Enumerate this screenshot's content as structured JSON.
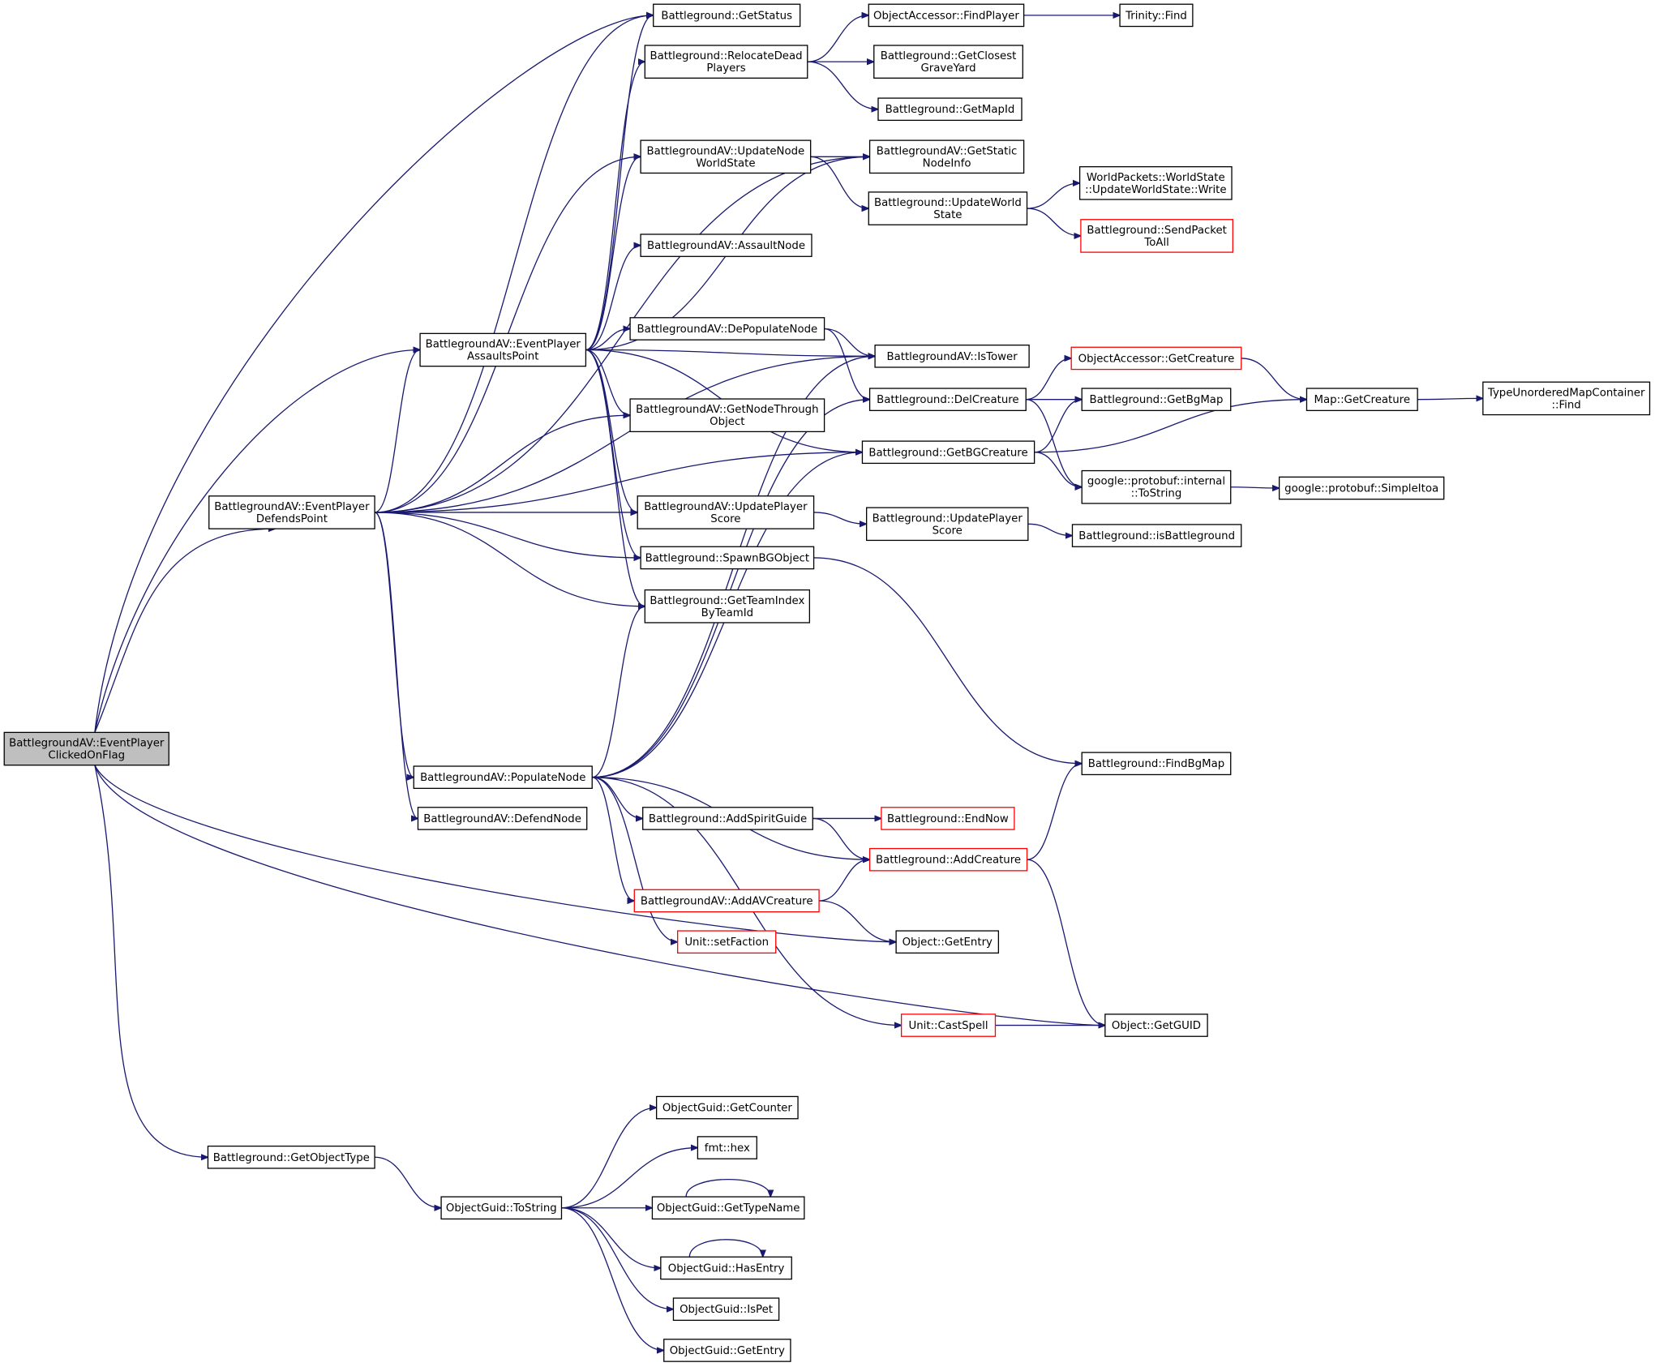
{
  "diagram": {
    "type": "call-graph",
    "colors": {
      "edge": "#191970",
      "normal_border": "#000000",
      "incomplete_border": "#ff0000",
      "root_fill": "#bfbfbf"
    },
    "nodes": [
      {
        "id": "evflag",
        "lines": [
          "BattlegroundAV::EventPlayer",
          "ClickedOnFlag"
        ],
        "style": "root"
      },
      {
        "id": "getstatus",
        "lines": [
          "Battleground::GetStatus"
        ],
        "style": "normal"
      },
      {
        "id": "findplayer",
        "lines": [
          "ObjectAccessor::FindPlayer"
        ],
        "style": "normal"
      },
      {
        "id": "trinityfind",
        "lines": [
          "Trinity::Find"
        ],
        "style": "normal"
      },
      {
        "id": "relocate",
        "lines": [
          "Battleground::RelocateDead",
          "Players"
        ],
        "style": "normal"
      },
      {
        "id": "closestgy",
        "lines": [
          "Battleground::GetClosest",
          "GraveYard"
        ],
        "style": "normal"
      },
      {
        "id": "getmapid",
        "lines": [
          "Battleground::GetMapId"
        ],
        "style": "normal"
      },
      {
        "id": "updnodews",
        "lines": [
          "BattlegroundAV::UpdateNode",
          "WorldState"
        ],
        "style": "normal"
      },
      {
        "id": "staticinfo",
        "lines": [
          "BattlegroundAV::GetStatic",
          "NodeInfo"
        ],
        "style": "normal"
      },
      {
        "id": "updworld",
        "lines": [
          "Battleground::UpdateWorld",
          "State"
        ],
        "style": "normal"
      },
      {
        "id": "wswrite",
        "lines": [
          "WorldPackets::WorldState",
          "::UpdateWorldState::Write"
        ],
        "style": "normal"
      },
      {
        "id": "sendpacket",
        "lines": [
          "Battleground::SendPacket",
          "ToAll"
        ],
        "style": "red"
      },
      {
        "id": "assaultnode",
        "lines": [
          "BattlegroundAV::AssaultNode"
        ],
        "style": "normal"
      },
      {
        "id": "evassault",
        "lines": [
          "BattlegroundAV::EventPlayer",
          "AssaultsPoint"
        ],
        "style": "normal"
      },
      {
        "id": "depop",
        "lines": [
          "BattlegroundAV::DePopulateNode"
        ],
        "style": "normal"
      },
      {
        "id": "istower",
        "lines": [
          "BattlegroundAV::IsTower"
        ],
        "style": "normal"
      },
      {
        "id": "oagetcreature",
        "lines": [
          "ObjectAccessor::GetCreature"
        ],
        "style": "red"
      },
      {
        "id": "delcreature",
        "lines": [
          "Battleground::DelCreature"
        ],
        "style": "normal"
      },
      {
        "id": "getbgmap",
        "lines": [
          "Battleground::GetBgMap"
        ],
        "style": "normal"
      },
      {
        "id": "mapgetcreature",
        "lines": [
          "Map::GetCreature"
        ],
        "style": "normal"
      },
      {
        "id": "tumcfind",
        "lines": [
          "TypeUnorderedMapContainer",
          "::Find"
        ],
        "style": "normal"
      },
      {
        "id": "nodethrough",
        "lines": [
          "BattlegroundAV::GetNodeThrough",
          "Object"
        ],
        "style": "normal"
      },
      {
        "id": "getbgcreature",
        "lines": [
          "Battleground::GetBGCreature"
        ],
        "style": "normal"
      },
      {
        "id": "tostringpb",
        "lines": [
          "google::protobuf::internal",
          "::ToString"
        ],
        "style": "normal"
      },
      {
        "id": "simpleitoa",
        "lines": [
          "google::protobuf::SimpleItoa"
        ],
        "style": "normal"
      },
      {
        "id": "evdefends",
        "lines": [
          "BattlegroundAV::EventPlayer",
          "DefendsPoint"
        ],
        "style": "normal"
      },
      {
        "id": "updscoreav",
        "lines": [
          "BattlegroundAV::UpdatePlayer",
          "Score"
        ],
        "style": "normal"
      },
      {
        "id": "updscorebg",
        "lines": [
          "Battleground::UpdatePlayer",
          "Score"
        ],
        "style": "normal"
      },
      {
        "id": "isbg",
        "lines": [
          "Battleground::isBattleground"
        ],
        "style": "normal"
      },
      {
        "id": "spawnobj",
        "lines": [
          "Battleground::SpawnBGObject"
        ],
        "style": "normal"
      },
      {
        "id": "teamindex",
        "lines": [
          "Battleground::GetTeamIndex",
          "ByTeamId"
        ],
        "style": "normal"
      },
      {
        "id": "findbgmap",
        "lines": [
          "Battleground::FindBgMap"
        ],
        "style": "normal"
      },
      {
        "id": "popnode",
        "lines": [
          "BattlegroundAV::PopulateNode"
        ],
        "style": "normal"
      },
      {
        "id": "defendnode",
        "lines": [
          "BattlegroundAV::DefendNode"
        ],
        "style": "normal"
      },
      {
        "id": "addspirit",
        "lines": [
          "Battleground::AddSpiritGuide"
        ],
        "style": "normal"
      },
      {
        "id": "endnow",
        "lines": [
          "Battleground::EndNow"
        ],
        "style": "red"
      },
      {
        "id": "addcreature",
        "lines": [
          "Battleground::AddCreature"
        ],
        "style": "red"
      },
      {
        "id": "addav",
        "lines": [
          "BattlegroundAV::AddAVCreature"
        ],
        "style": "red"
      },
      {
        "id": "setfaction",
        "lines": [
          "Unit::setFaction"
        ],
        "style": "red"
      },
      {
        "id": "getentryobj",
        "lines": [
          "Object::GetEntry"
        ],
        "style": "normal"
      },
      {
        "id": "castspell",
        "lines": [
          "Unit::CastSpell"
        ],
        "style": "red"
      },
      {
        "id": "getguid",
        "lines": [
          "Object::GetGUID"
        ],
        "style": "normal"
      },
      {
        "id": "getobjtype",
        "lines": [
          "Battleground::GetObjectType"
        ],
        "style": "normal"
      },
      {
        "id": "ogtostring",
        "lines": [
          "ObjectGuid::ToString"
        ],
        "style": "normal"
      },
      {
        "id": "getcounter",
        "lines": [
          "ObjectGuid::GetCounter"
        ],
        "style": "normal"
      },
      {
        "id": "fmthex",
        "lines": [
          "fmt::hex"
        ],
        "style": "normal"
      },
      {
        "id": "typename",
        "lines": [
          "ObjectGuid::GetTypeName"
        ],
        "style": "normal"
      },
      {
        "id": "hasentry",
        "lines": [
          "ObjectGuid::HasEntry"
        ],
        "style": "normal"
      },
      {
        "id": "ispet",
        "lines": [
          "ObjectGuid::IsPet"
        ],
        "style": "normal"
      },
      {
        "id": "ogentry",
        "lines": [
          "ObjectGuid::GetEntry"
        ],
        "style": "normal"
      }
    ],
    "edges": [
      [
        "evflag",
        "getstatus"
      ],
      [
        "evflag",
        "evassault"
      ],
      [
        "evflag",
        "evdefends"
      ],
      [
        "evflag",
        "getentryobj"
      ],
      [
        "evflag",
        "getguid"
      ],
      [
        "evflag",
        "getobjtype"
      ],
      [
        "evdefends",
        "getstatus"
      ],
      [
        "evdefends",
        "evassault"
      ],
      [
        "evdefends",
        "updnodews"
      ],
      [
        "evdefends",
        "staticinfo"
      ],
      [
        "evdefends",
        "nodethrough"
      ],
      [
        "evdefends",
        "getbgcreature"
      ],
      [
        "evdefends",
        "updscoreav"
      ],
      [
        "evdefends",
        "spawnobj"
      ],
      [
        "evdefends",
        "teamindex"
      ],
      [
        "evdefends",
        "istower"
      ],
      [
        "evdefends",
        "popnode"
      ],
      [
        "evdefends",
        "defendnode"
      ],
      [
        "evassault",
        "getstatus"
      ],
      [
        "evassault",
        "relocate"
      ],
      [
        "evassault",
        "updnodews"
      ],
      [
        "evassault",
        "staticinfo"
      ],
      [
        "evassault",
        "assaultnode"
      ],
      [
        "evassault",
        "istower"
      ],
      [
        "evassault",
        "depop"
      ],
      [
        "evassault",
        "getbgcreature"
      ],
      [
        "evassault",
        "nodethrough"
      ],
      [
        "evassault",
        "updscoreav"
      ],
      [
        "evassault",
        "spawnobj"
      ],
      [
        "evassault",
        "teamindex"
      ],
      [
        "relocate",
        "findplayer"
      ],
      [
        "relocate",
        "closestgy"
      ],
      [
        "relocate",
        "getmapid"
      ],
      [
        "findplayer",
        "trinityfind"
      ],
      [
        "updnodews",
        "staticinfo"
      ],
      [
        "updnodews",
        "updworld"
      ],
      [
        "updworld",
        "wswrite"
      ],
      [
        "updworld",
        "sendpacket"
      ],
      [
        "depop",
        "istower"
      ],
      [
        "depop",
        "delcreature"
      ],
      [
        "delcreature",
        "oagetcreature"
      ],
      [
        "delcreature",
        "getbgmap"
      ],
      [
        "delcreature",
        "tostringpb"
      ],
      [
        "oagetcreature",
        "mapgetcreature"
      ],
      [
        "mapgetcreature",
        "tumcfind"
      ],
      [
        "getbgcreature",
        "getbgmap"
      ],
      [
        "getbgcreature",
        "mapgetcreature"
      ],
      [
        "getbgcreature",
        "tostringpb"
      ],
      [
        "tostringpb",
        "simpleitoa"
      ],
      [
        "updscoreav",
        "updscorebg"
      ],
      [
        "updscorebg",
        "isbg"
      ],
      [
        "spawnobj",
        "findbgmap"
      ],
      [
        "popnode",
        "teamindex"
      ],
      [
        "popnode",
        "delcreature"
      ],
      [
        "popnode",
        "getbgcreature"
      ],
      [
        "popnode",
        "istower"
      ],
      [
        "popnode",
        "addspirit"
      ],
      [
        "popnode",
        "addcreature"
      ],
      [
        "popnode",
        "addav"
      ],
      [
        "popnode",
        "setfaction"
      ],
      [
        "popnode",
        "castspell"
      ],
      [
        "addspirit",
        "endnow"
      ],
      [
        "addspirit",
        "addcreature"
      ],
      [
        "addav",
        "addcreature"
      ],
      [
        "addav",
        "getentryobj"
      ],
      [
        "addcreature",
        "findbgmap"
      ],
      [
        "addcreature",
        "getguid"
      ],
      [
        "castspell",
        "getguid"
      ],
      [
        "getobjtype",
        "ogtostring"
      ],
      [
        "ogtostring",
        "getcounter"
      ],
      [
        "ogtostring",
        "fmthex"
      ],
      [
        "ogtostring",
        "typename"
      ],
      [
        "ogtostring",
        "hasentry"
      ],
      [
        "ogtostring",
        "ispet"
      ],
      [
        "ogtostring",
        "ogentry"
      ],
      [
        "typename",
        "typename"
      ],
      [
        "hasentry",
        "hasentry"
      ]
    ]
  }
}
